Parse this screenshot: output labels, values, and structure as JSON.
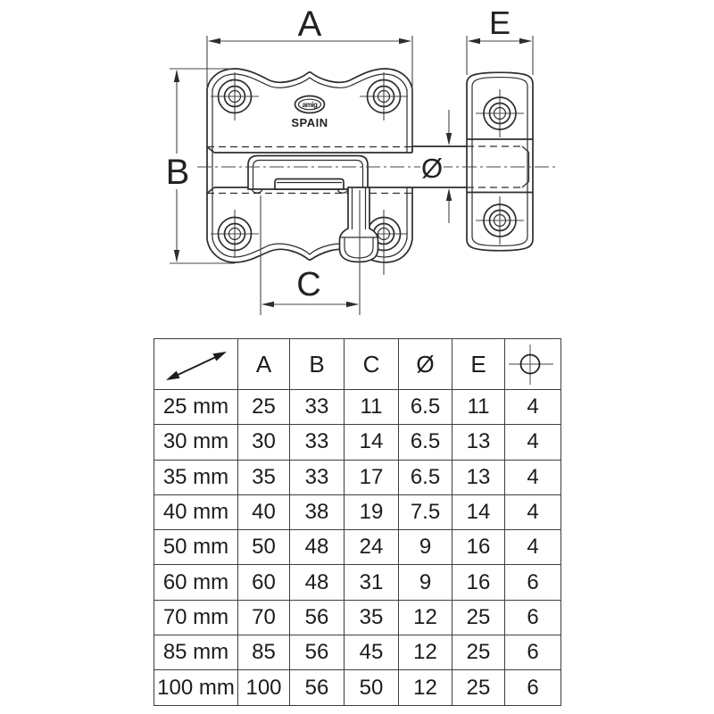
{
  "drawing": {
    "dim_labels": {
      "a": "A",
      "b": "B",
      "c": "C",
      "diameter": "Ø",
      "e": "E"
    },
    "brand": {
      "logo": "amig",
      "origin": "SPAIN"
    }
  },
  "table": {
    "columns": [
      "A",
      "B",
      "C",
      "Ø",
      "E"
    ],
    "icons": {
      "size_column": "diagonal-resize-arrow-icon",
      "hole_column": "hole-position-icon"
    },
    "rows": [
      [
        "25 mm",
        "25",
        "33",
        "11",
        "6.5",
        "11",
        "4"
      ],
      [
        "30 mm",
        "30",
        "33",
        "14",
        "6.5",
        "13",
        "4"
      ],
      [
        "35 mm",
        "35",
        "33",
        "17",
        "6.5",
        "13",
        "4"
      ],
      [
        "40 mm",
        "40",
        "38",
        "19",
        "7.5",
        "14",
        "4"
      ],
      [
        "50 mm",
        "50",
        "48",
        "24",
        "9",
        "16",
        "4"
      ],
      [
        "60 mm",
        "60",
        "48",
        "31",
        "9",
        "16",
        "6"
      ],
      [
        "70 mm",
        "70",
        "56",
        "35",
        "12",
        "25",
        "6"
      ],
      [
        "85 mm",
        "85",
        "56",
        "45",
        "12",
        "25",
        "6"
      ],
      [
        "100 mm",
        "100",
        "56",
        "50",
        "12",
        "25",
        "6"
      ]
    ]
  },
  "colors": {
    "line": "#2d2d2d",
    "thin_line": "#474747",
    "text": "#1c1c1c",
    "background": "#ffffff"
  }
}
